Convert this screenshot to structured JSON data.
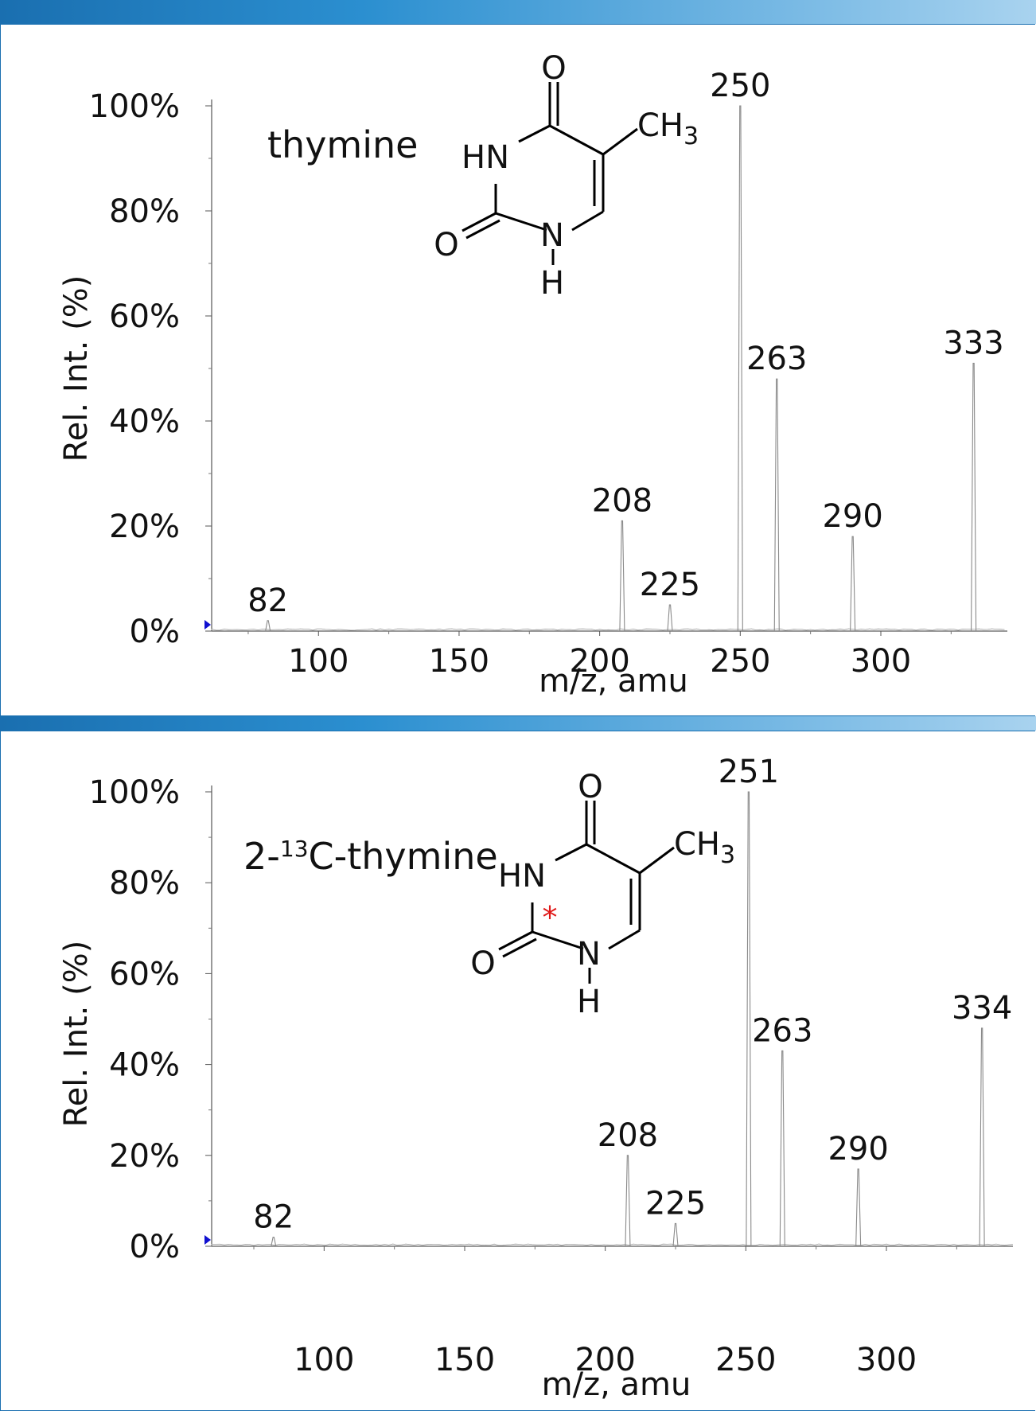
{
  "chart_data": [
    {
      "type": "bar",
      "ylabel": "Rel. Int. (%)",
      "xlabel": "m/z, amu",
      "xticks": [
        100,
        150,
        200,
        250,
        300
      ],
      "yticks": [
        "0%",
        "20%",
        "40%",
        "60%",
        "80%",
        "100%"
      ],
      "xlim": [
        62,
        345
      ],
      "ylim": [
        0,
        100
      ],
      "compound": {
        "prefix": "",
        "sup": "",
        "rest": "thymine",
        "asterisk": ""
      },
      "structure": {
        "o_top": "O",
        "ch3": "CH",
        "ch3_sub": "3",
        "hn": "HN",
        "o_left": "O",
        "n": "N",
        "h": "H"
      },
      "peaks": [
        {
          "mz": 82,
          "intensity": 2,
          "label": "82"
        },
        {
          "mz": 208,
          "intensity": 21,
          "label": "208"
        },
        {
          "mz": 225,
          "intensity": 5,
          "label": "225"
        },
        {
          "mz": 250,
          "intensity": 100,
          "label": "250"
        },
        {
          "mz": 263,
          "intensity": 48,
          "label": "263"
        },
        {
          "mz": 290,
          "intensity": 18,
          "label": "290"
        },
        {
          "mz": 333,
          "intensity": 51,
          "label": "333"
        }
      ]
    },
    {
      "type": "bar",
      "ylabel": "Rel. Int. (%)",
      "xlabel": "m/z, amu",
      "xticks": [
        100,
        150,
        200,
        250,
        300
      ],
      "yticks": [
        "0%",
        "20%",
        "40%",
        "60%",
        "80%",
        "100%"
      ],
      "xlim": [
        60,
        345
      ],
      "ylim": [
        0,
        100
      ],
      "compound": {
        "prefix": "2-",
        "sup": "13",
        "rest": "C-thymine",
        "asterisk": "*"
      },
      "structure": {
        "o_top": "O",
        "ch3": "CH",
        "ch3_sub": "3",
        "hn": "HN",
        "o_left": "O",
        "n": "N",
        "h": "H"
      },
      "peaks": [
        {
          "mz": 82,
          "intensity": 2,
          "label": "82"
        },
        {
          "mz": 208,
          "intensity": 20,
          "label": "208"
        },
        {
          "mz": 225,
          "intensity": 5,
          "label": "225"
        },
        {
          "mz": 251,
          "intensity": 100,
          "label": "251"
        },
        {
          "mz": 263,
          "intensity": 43,
          "label": "263"
        },
        {
          "mz": 290,
          "intensity": 17,
          "label": "290"
        },
        {
          "mz": 334,
          "intensity": 48,
          "label": "334"
        }
      ]
    }
  ]
}
